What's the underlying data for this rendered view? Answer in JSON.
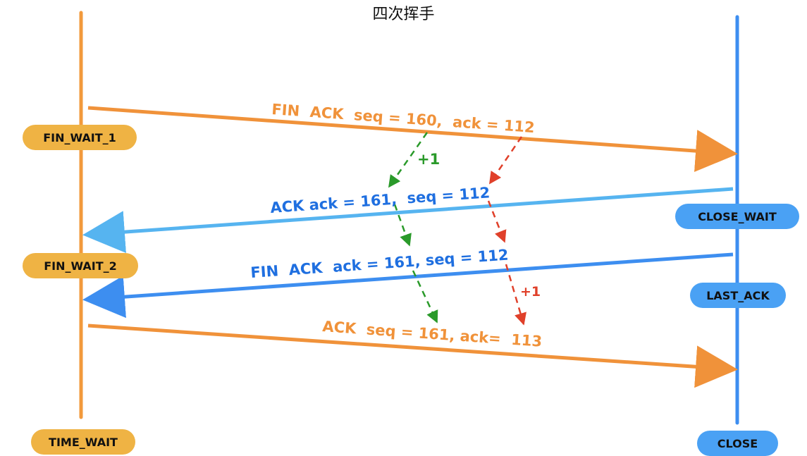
{
  "title": "四次挥手",
  "colors": {
    "client_line": "#f29a3c",
    "server_line": "#3d8ef0",
    "orange_msg": "#f0923a",
    "blue_msg": "#1f6fe0",
    "light_blue_arrow": "#56b4f0",
    "green_dash": "#2a9a2a",
    "red_dash": "#e0402a"
  },
  "client_states": [
    "FIN_WAIT_1",
    "FIN_WAIT_2",
    "TIME_WAIT"
  ],
  "server_states": [
    "CLOSE_WAIT",
    "LAST_ACK",
    "CLOSE"
  ],
  "messages": [
    {
      "label": "FIN  ACK  seq = 160,  ack = 112",
      "direction": "client-to-server"
    },
    {
      "label": "ACK ack = 161,  seq = 112",
      "direction": "server-to-client"
    },
    {
      "label": "FIN  ACK  ack = 161, seq = 112",
      "direction": "server-to-client"
    },
    {
      "label": "ACK  seq = 161, ack=  113",
      "direction": "client-to-server"
    }
  ],
  "increments": {
    "green": "+1",
    "red": "+1"
  }
}
